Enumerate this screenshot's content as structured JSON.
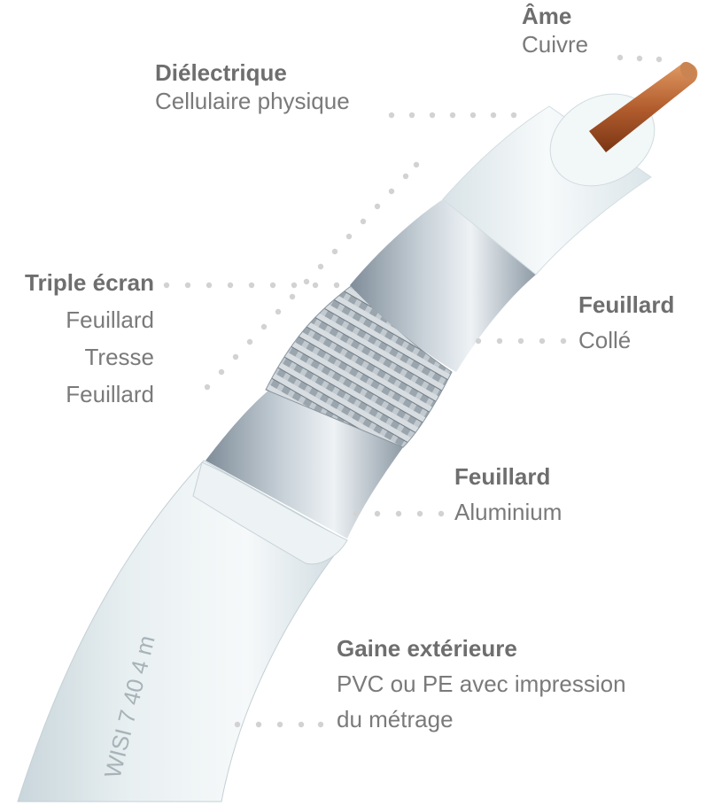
{
  "labels": {
    "ame": {
      "title": "Âme",
      "lines": [
        "Cuivre"
      ]
    },
    "dielectrique": {
      "title": "Diélectrique",
      "lines": [
        "Cellulaire physique"
      ]
    },
    "triple_ecran": {
      "title": "Triple écran",
      "lines": [
        "Feuillard",
        "Tresse",
        "Feuillard"
      ]
    },
    "feuillard_colle": {
      "title": "Feuillard",
      "lines": [
        "Collé"
      ]
    },
    "feuillard_alu": {
      "title": "Feuillard",
      "lines": [
        "Aluminium"
      ]
    },
    "gaine": {
      "title": "Gaine extérieure",
      "lines": [
        "PVC ou PE avec impression",
        "du métrage"
      ]
    }
  },
  "cable_print": "WISI  7  40  4 m",
  "colors": {
    "label_text": "#7a7a7a",
    "leader_dots": "#d2d2d2",
    "jacket": "#dfe9ec",
    "dielectric": "#eef4f5",
    "foil": "#a9b6c0",
    "copper": "#b05a2c"
  }
}
